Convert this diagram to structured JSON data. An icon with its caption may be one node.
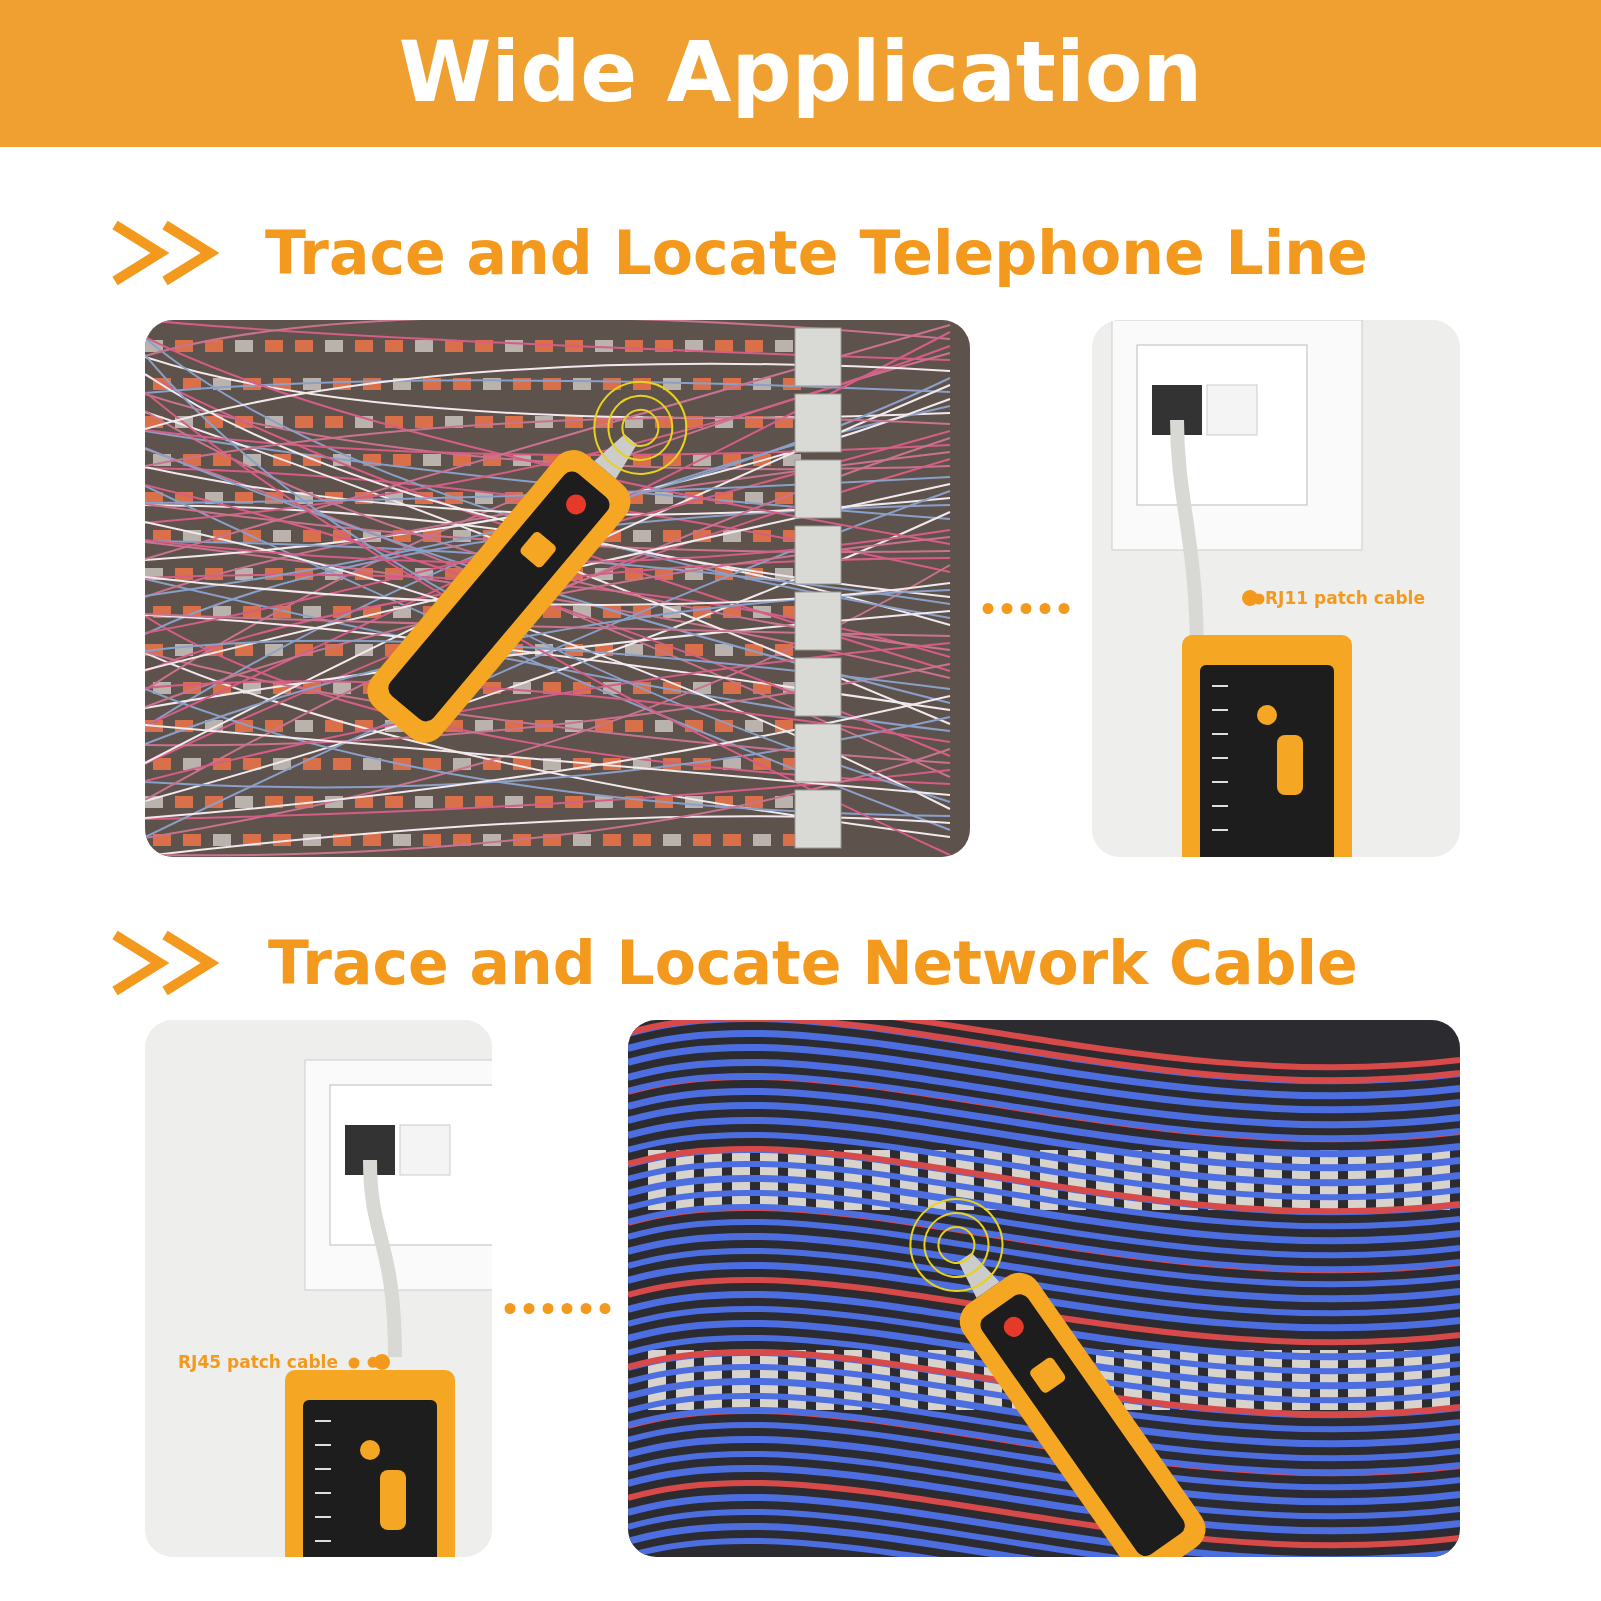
{
  "diagram": {
    "title": "Wide Application",
    "nodes": [
      {
        "text": [],
        "shape": "picture"
      },
      {
        "text": [],
        "shape": "picture"
      },
      {
        "text": [
          "RJ11 patch cable"
        ],
        "in": 1
      },
      {
        "text": [],
        "shape": "picture"
      },
      {
        "text": [],
        "shape": "picture"
      },
      {
        "text": [
          "RJ45 patch cable"
        ],
        "in": 3
      }
    ],
    "edges": [
      {
        "from": 0,
        "to": 1,
        "arrow": "none",
        "style": "dashed"
      },
      {
        "from": 2,
        "to": null,
        "arrow": "other",
        "style": "dashed"
      },
      {
        "from": 3,
        "to": 4,
        "arrow": "none",
        "style": "dashed"
      },
      {
        "from": 5,
        "to": null,
        "arrow": "other",
        "style": "dashed"
      }
    ],
    "labels": [
      "Trace and Locate Telephone Line",
      "Trace and Locate Network Cable"
    ]
  }
}
